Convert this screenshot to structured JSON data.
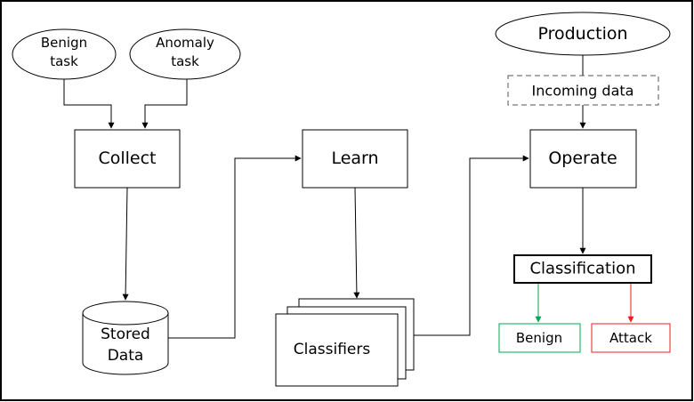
{
  "nodes": {
    "benign_task": [
      "Benign",
      "task"
    ],
    "anomaly_task": [
      "Anomaly",
      "task"
    ],
    "collect": "Collect",
    "stored_data": [
      "Stored",
      "Data"
    ],
    "learn": "Learn",
    "classifiers": "Classifiers",
    "production": "Production",
    "incoming_data": "Incoming data",
    "operate": "Operate",
    "classification": "Classification",
    "benign": "Benign",
    "attack": "Attack"
  },
  "colors": {
    "stroke": "#000000",
    "benign": "#00a651",
    "attack": "#ed1c24",
    "dashed": "#555555"
  }
}
